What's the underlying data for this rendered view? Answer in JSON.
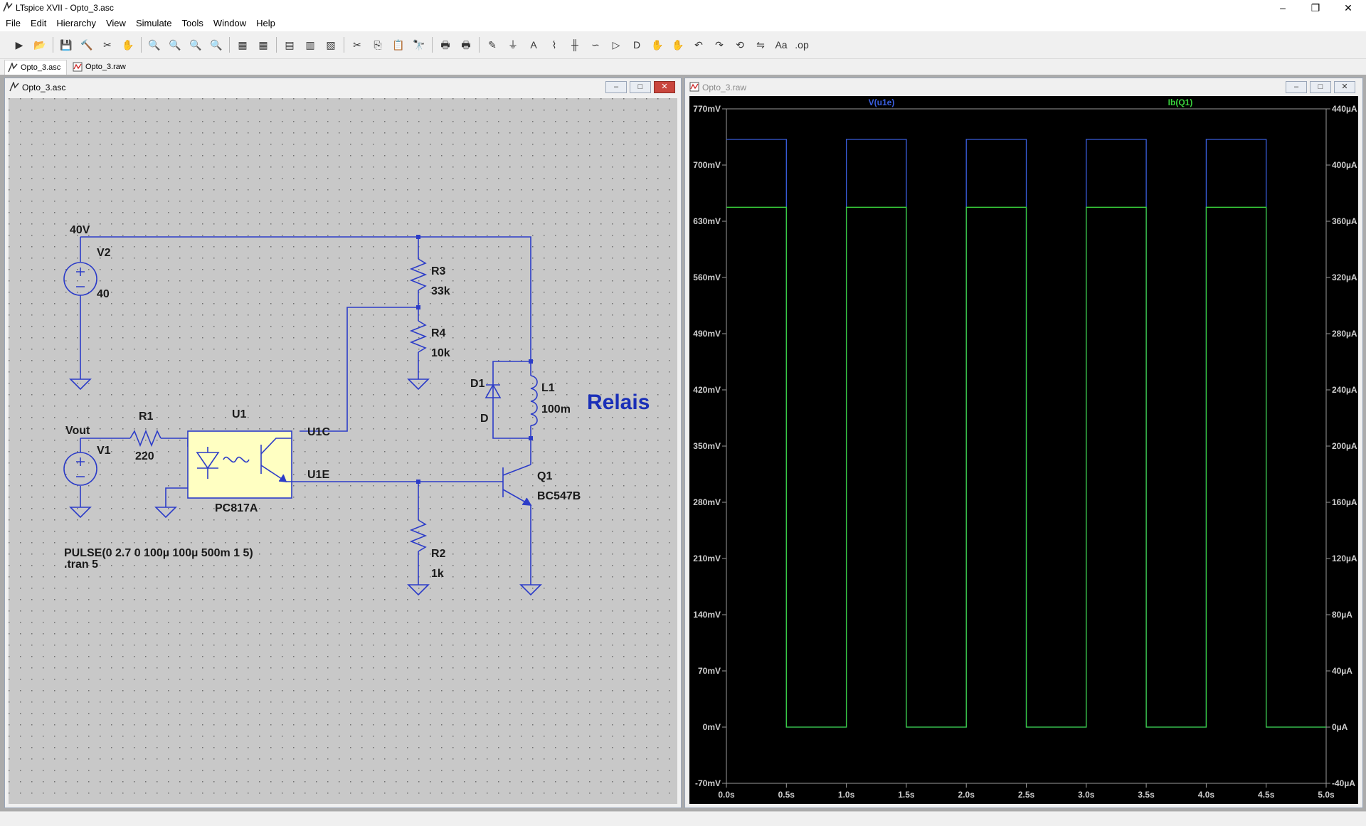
{
  "window": {
    "title": "LTspice XVII - Opto_3.asc"
  },
  "menu": [
    "File",
    "Edit",
    "Hierarchy",
    "View",
    "Simulate",
    "Tools",
    "Window",
    "Help"
  ],
  "toolbar": [
    "run-icon",
    "open-icon",
    "save-icon",
    "control-panel-icon",
    "halt-icon",
    "pan-icon",
    "zoom-in-icon",
    "zoom-fit-icon",
    "zoom-out-icon",
    "zoom-cancel-icon",
    "autorange-icon",
    "mark-icon",
    "tile-horizontal-icon",
    "tile-vertical-icon",
    "cascade-icon",
    "cut-icon",
    "copy-icon",
    "paste-icon",
    "find-icon",
    "print-icon",
    "print-preview-icon",
    "wire-icon",
    "ground-icon",
    "label-net-icon",
    "resistor-icon",
    "capacitor-icon",
    "inductor-icon",
    "diode-icon",
    "component-icon",
    "move-icon",
    "drag-icon",
    "undo-icon",
    "redo-icon",
    "rotate-icon",
    "mirror-icon",
    "text-icon",
    "spice-directive-icon"
  ],
  "tabs": [
    {
      "label": "Opto_3.asc",
      "icon": "schematic-icon"
    },
    {
      "label": "Opto_3.raw",
      "icon": "waveform-icon"
    }
  ],
  "schematic": {
    "title": "Opto_3.asc",
    "labels": {
      "net_40v": "40V",
      "v2_name": "V2",
      "v2_value": "40",
      "r3_name": "R3",
      "r3_value": "33k",
      "r4_name": "R4",
      "r4_value": "10k",
      "d1_name": "D1",
      "d1_value": "D",
      "l1_name": "L1",
      "l1_value": "100m",
      "relais": "Relais",
      "net_vout": "Vout",
      "r1_name": "R1",
      "r1_value": "220",
      "u1_name": "U1",
      "u1_value": "PC817A",
      "net_u1c": "U1C",
      "net_u1e": "U1E",
      "v1_name": "V1",
      "q1_name": "Q1",
      "q1_value": "BC547B",
      "r2_name": "R2",
      "r2_value": "1k",
      "pulse": "PULSE(0 2.7 0 100µ 100µ 500m 1 5)",
      "tran": ".tran 5"
    }
  },
  "waveform": {
    "title": "Opto_3.raw",
    "chart_data": {
      "type": "line",
      "x_range": [
        0,
        5
      ],
      "x_ticks": [
        "0.0s",
        "0.5s",
        "1.0s",
        "1.5s",
        "2.0s",
        "2.5s",
        "3.0s",
        "3.5s",
        "4.0s",
        "4.5s",
        "5.0s"
      ],
      "y_left_range": [
        -70,
        770
      ],
      "y_left_ticks": [
        "770mV",
        "700mV",
        "630mV",
        "560mV",
        "490mV",
        "420mV",
        "350mV",
        "280mV",
        "210mV",
        "140mV",
        "70mV",
        "0mV",
        "-70mV"
      ],
      "y_right_range": [
        -40,
        440
      ],
      "y_right_ticks": [
        "440µA",
        "400µA",
        "360µA",
        "320µA",
        "280µA",
        "240µA",
        "200µA",
        "160µA",
        "120µA",
        "80µA",
        "40µA",
        "0µA",
        "-40µA"
      ],
      "series": [
        {
          "name": "V(u1e)",
          "color": "#3a5fe0",
          "axis": "left",
          "x": [
            0,
            0.5,
            0.5,
            1.0,
            1.0,
            1.5,
            1.5,
            2.0,
            2.0,
            2.5,
            2.5,
            3.0,
            3.0,
            3.5,
            3.5,
            4.0,
            4.0,
            4.5,
            4.5,
            5.0
          ],
          "y": [
            732,
            732,
            0,
            0,
            732,
            732,
            0,
            0,
            732,
            732,
            0,
            0,
            732,
            732,
            0,
            0,
            732,
            732,
            0,
            0
          ]
        },
        {
          "name": "Ib(Q1)",
          "color": "#39d13c",
          "axis": "right",
          "x": [
            0,
            0.5,
            0.5,
            1.0,
            1.0,
            1.5,
            1.5,
            2.0,
            2.0,
            2.5,
            2.5,
            3.0,
            3.0,
            3.5,
            3.5,
            4.0,
            4.0,
            4.5,
            4.5,
            5.0
          ],
          "y": [
            370,
            370,
            0,
            0,
            370,
            370,
            0,
            0,
            370,
            370,
            0,
            0,
            370,
            370,
            0,
            0,
            370,
            370,
            0,
            0
          ]
        }
      ],
      "grid": false
    }
  }
}
